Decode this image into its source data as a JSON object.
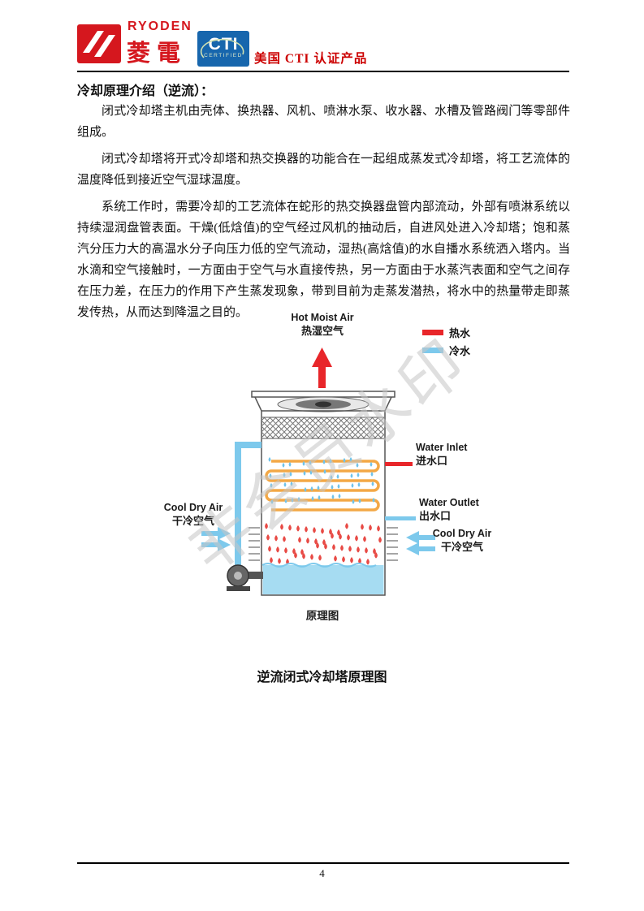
{
  "watermark": "非会员水印",
  "header": {
    "logo": {
      "ryoden_en": "RYODEN",
      "ryoden_zh": "菱電",
      "cti": "CTI",
      "cti_sub": "CERTIFIED"
    },
    "certification_label": "美国 CTI 认证产品"
  },
  "content": {
    "title": "冷却原理介绍（逆流）：",
    "paragraphs": [
      "闭式冷却塔主机由壳体、换热器、风机、喷淋水泵、收水器、水槽及管路阀门等零部件组成。",
      "闭式冷却塔将开式冷却塔和热交换器的功能合在一起组成蒸发式冷却塔，将工艺流体的温度降低到接近空气湿球温度。",
      "系统工作时，需要冷却的工艺流体在蛇形的热交换器盘管内部流动，外部有喷淋系统以持续湿润盘管表面。干燥(低焓值)的空气经过风机的抽动后，自进风处进入冷却塔；饱和蒸汽分压力大的高温水分子向压力低的空气流动，湿热(高焓值)的水自播水系统洒入塔内。当水滴和空气接触时，一方面由于空气与水直接传热，另一方面由于水蒸汽表面和空气之间存在压力差，在压力的作用下产生蒸发现象，带到目前为走蒸发潜热，将水中的热量带走即蒸发传热，从而达到降温之目的。"
    ],
    "figure_caption": "逆流闭式冷却塔原理图"
  },
  "diagram": {
    "hot_moist_air_en": "Hot Moist Air",
    "hot_moist_air_zh": "热湿空气",
    "legend_hot": "热水",
    "legend_cold": "冷水",
    "water_inlet_en": "Water Inlet",
    "water_inlet_zh": "进水口",
    "water_outlet_en": "Water Outlet",
    "water_outlet_zh": "出水口",
    "cool_dry_air_en": "Cool Dry Air",
    "cool_dry_air_zh": "干冷空气",
    "caption": "原理图",
    "colors": {
      "hot": "#e8262a",
      "cold": "#7dc9ec"
    }
  },
  "footer": {
    "page_number": "4"
  }
}
